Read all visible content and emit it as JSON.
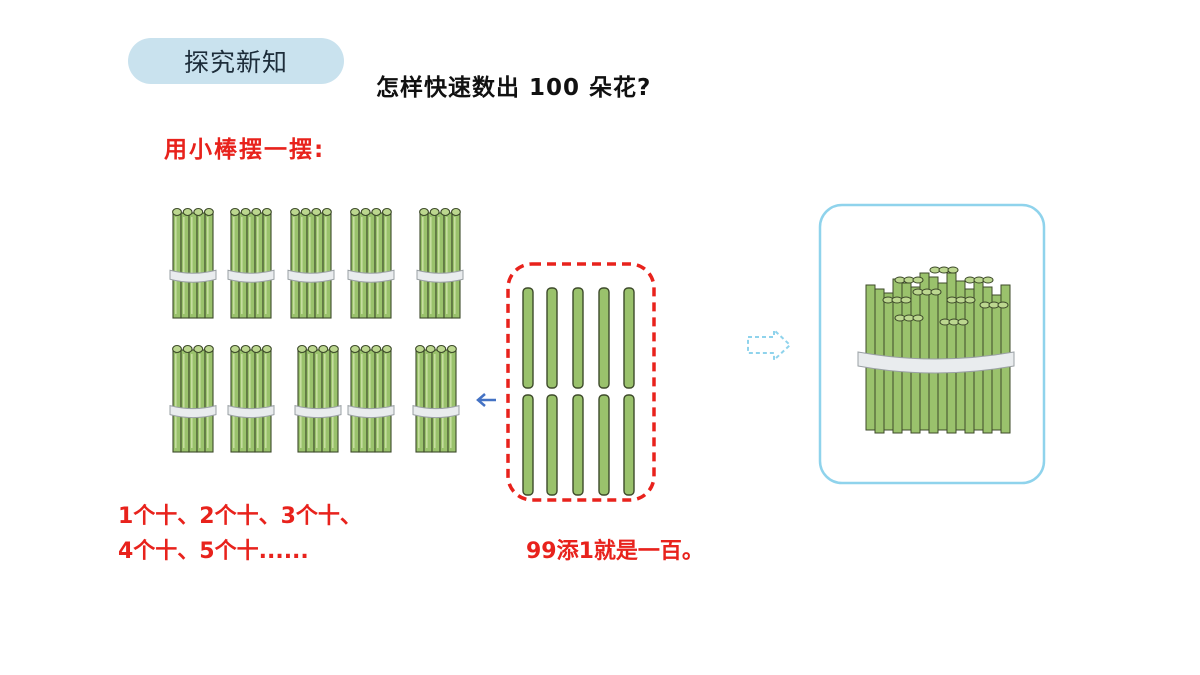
{
  "section_badge": "探究新知",
  "question": "怎样快速数出 100 朵花?",
  "instruction": "用小棒摆一摆:",
  "counting": {
    "line1": "1个十、2个十、3个十、",
    "line2": "4个十、5个十......"
  },
  "summary": "99添1就是一百。",
  "bundles_of_ten": 9,
  "single_sticks": 10,
  "colors": {
    "badge_bg": "#c9e2ee",
    "stick_green": "#9ac26c",
    "stick_dark": "#3d4a2a",
    "band": "#e9ecee",
    "highlight_red": "#e8221c",
    "frame_blue": "#8fd3ec",
    "arrow_blue": "#4472c4"
  },
  "icons": [
    "left-arrow-icon",
    "right-outline-arrow-icon"
  ]
}
